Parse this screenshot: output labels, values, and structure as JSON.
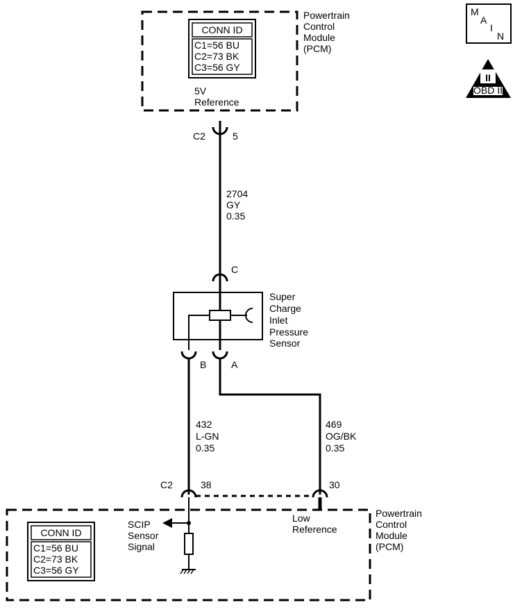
{
  "top_pcm": {
    "name_lines": [
      "Powertrain",
      "Control",
      "Module",
      "(PCM)"
    ],
    "conn_id": {
      "title": "CONN ID",
      "rows": [
        "C1=56 BU",
        "C2=73 BK",
        "C3=56 GY"
      ]
    },
    "terminal_label_lines": [
      "5V",
      "Reference"
    ],
    "connector": "C2",
    "pin": "5"
  },
  "main_icon": {
    "letters": [
      "M",
      "A",
      "I",
      "N"
    ]
  },
  "obd_badge": {
    "numeral": "II",
    "label": "OBD II"
  },
  "wire_top": {
    "circuit": "2704",
    "color": "GY",
    "size": "0.35"
  },
  "sensor": {
    "name_lines": [
      "Super",
      "Charge",
      "Inlet",
      "Pressure",
      "Sensor"
    ],
    "pin_c": "C",
    "pin_b": "B",
    "pin_a": "A"
  },
  "wire_left": {
    "circuit": "432",
    "color": "L-GN",
    "size": "0.35"
  },
  "wire_right": {
    "circuit": "469",
    "color": "OG/BK",
    "size": "0.35"
  },
  "bottom_pcm": {
    "name_lines": [
      "Powertrain",
      "Control",
      "Module",
      "(PCM)"
    ],
    "conn_id": {
      "title": "CONN ID",
      "rows": [
        "C1=56 BU",
        "C2=73 BK",
        "C3=56 GY"
      ]
    },
    "connector": "C2",
    "pin_left": "38",
    "pin_right": "30",
    "signal_label_lines": [
      "SCIP",
      "Sensor",
      "Signal"
    ],
    "low_ref_lines": [
      "Low",
      "Reference"
    ]
  }
}
